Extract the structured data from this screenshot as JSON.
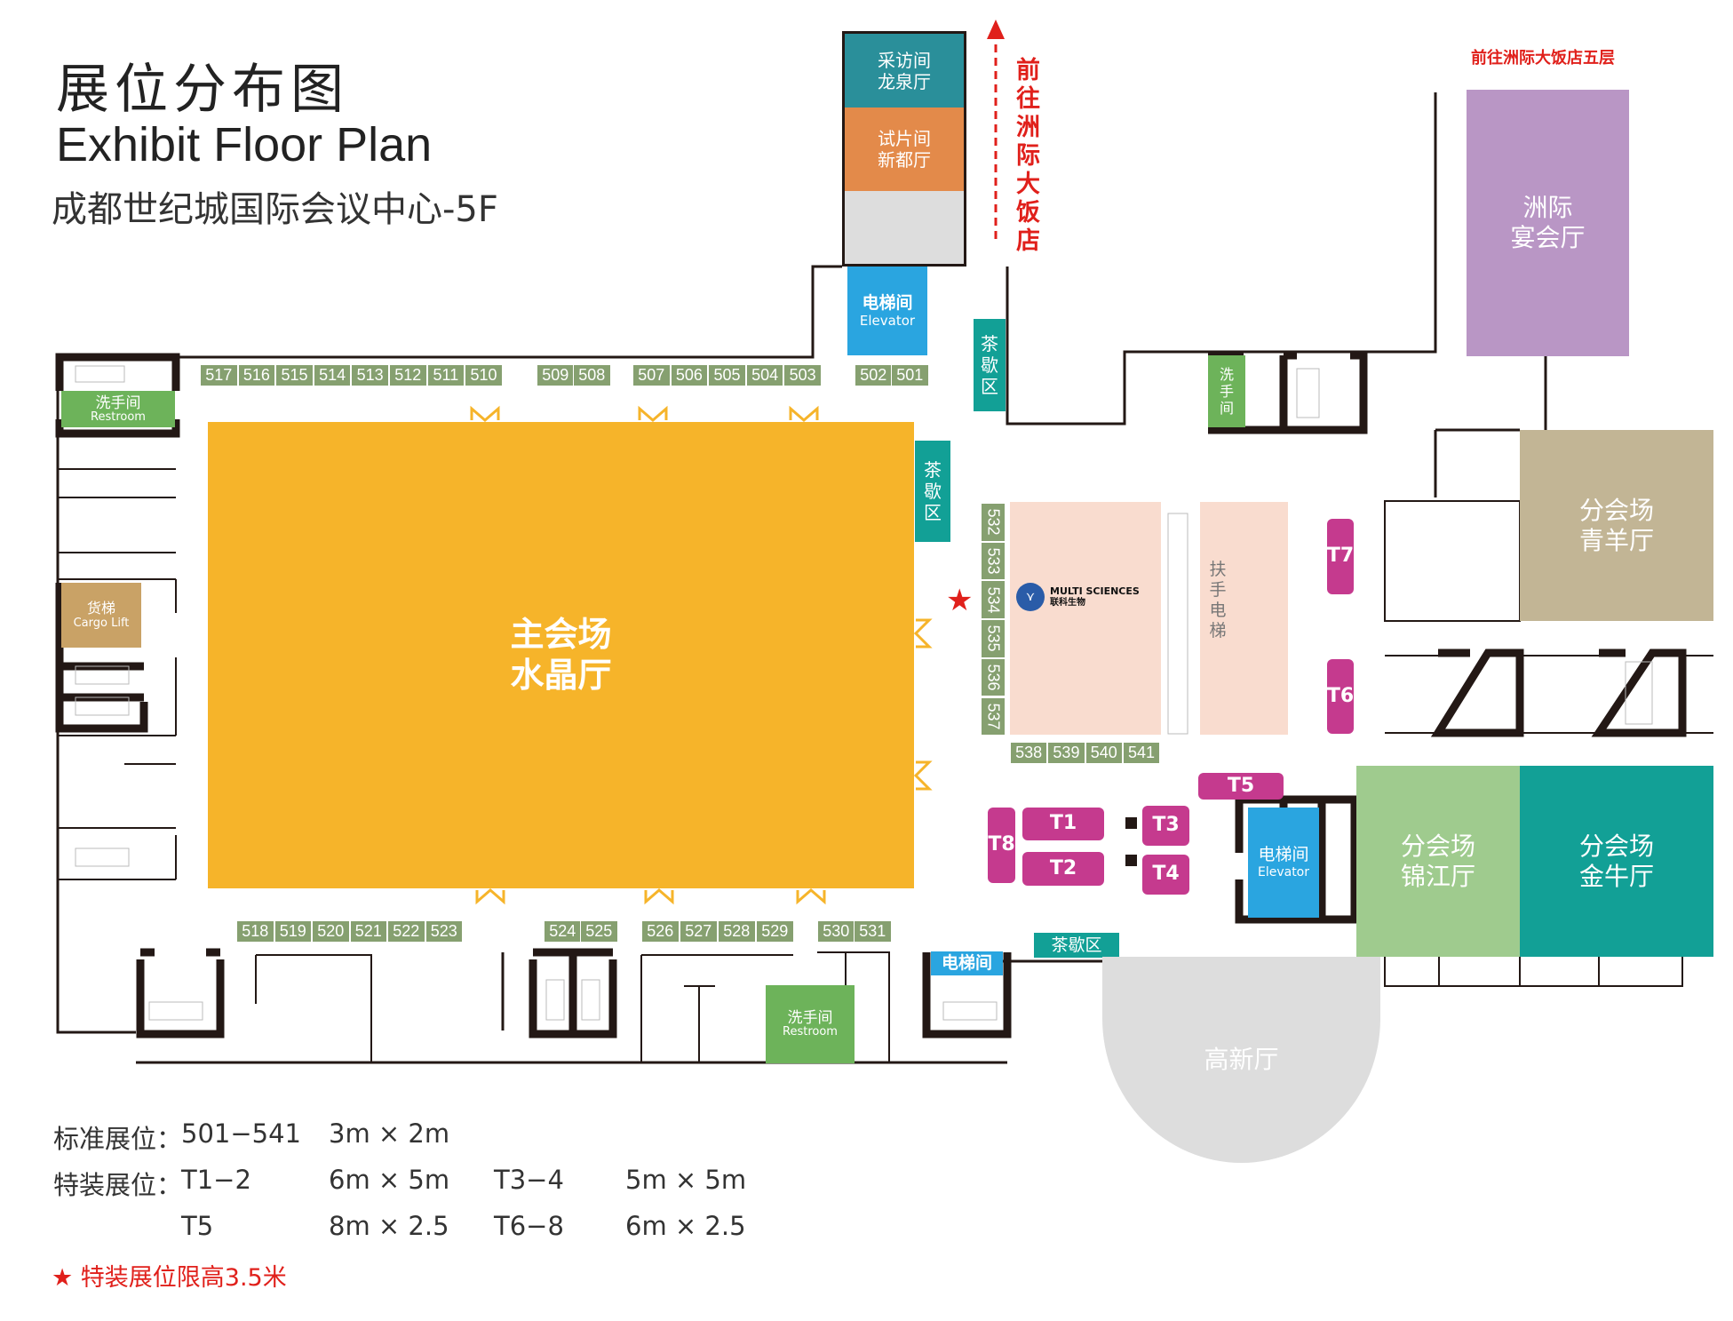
{
  "header": {
    "title_cn": "展位分布图",
    "title_en": "Exhibit Floor Plan",
    "venue": "成都世纪城国际会议中心-5F"
  },
  "directions": {
    "to_hotel_vertical": "前往洲际大饭店",
    "to_hotel_5f": "前往洲际大饭店五层"
  },
  "rooms": {
    "interview": {
      "line1": "采访间",
      "line2": "龙泉厅"
    },
    "preview": {
      "line1": "试片间",
      "line2": "新都厅"
    },
    "elevator_top": {
      "cn": "电梯间",
      "en": "Elevator"
    },
    "elevator_mid": {
      "cn": "电梯间",
      "en": "Elevator"
    },
    "elevator_bottom": {
      "cn": "电梯间"
    },
    "banquet": {
      "line1": "洲际",
      "line2": "宴会厅"
    },
    "main_hall": {
      "line1": "主会场",
      "line2": "水晶厅"
    },
    "qingyang": {
      "line1": "分会场",
      "line2": "青羊厅"
    },
    "jinjiang": {
      "line1": "分会场",
      "line2": "锦江厅"
    },
    "jinniu": {
      "line1": "分会场",
      "line2": "金牛厅"
    },
    "gaoxin": {
      "name": "高新厅"
    },
    "restroom_top": {
      "cn": "洗手间",
      "en": "Restroom"
    },
    "restroom_bottom": {
      "cn": "洗手间",
      "en": "Restroom"
    },
    "restroom_right": {
      "cn": "洗手间"
    },
    "cargo": {
      "cn": "货梯",
      "en": "Cargo Lift"
    },
    "tea_top": "茶歇区",
    "tea_mid": "茶歇区",
    "tea_bottom": "茶歇区",
    "escalator": "扶手电梯"
  },
  "exhibitor": {
    "name_en": "MULTI SCIENCES",
    "name_cn": "联科生物",
    "brand_color": "#2a5ca8"
  },
  "booths": {
    "top": [
      "517",
      "516",
      "515",
      "514",
      "513",
      "512",
      "511",
      "510",
      "509",
      "508",
      "507",
      "506",
      "505",
      "504",
      "503",
      "502",
      "501"
    ],
    "side": [
      "532",
      "533",
      "534",
      "535",
      "536",
      "537"
    ],
    "inner_bottom": [
      "538",
      "539",
      "540",
      "541"
    ],
    "bottom": [
      "518",
      "519",
      "520",
      "521",
      "522",
      "523",
      "524",
      "525",
      "526",
      "527",
      "528",
      "529",
      "530",
      "531"
    ]
  },
  "special": {
    "T1": "T1",
    "T2": "T2",
    "T3": "T3",
    "T4": "T4",
    "T5": "T5",
    "T6": "T6",
    "T7": "T7",
    "T8": "T8"
  },
  "legend": {
    "std_label": "标准展位：",
    "std_range": "501−541",
    "std_size": "3m × 2m",
    "spec_label": "特装展位：",
    "spec_r1": "T1−2",
    "spec_s1": "6m × 5m",
    "spec_r2": "T3−4",
    "spec_s2": "5m × 5m",
    "spec_r3": "T5",
    "spec_s3": "8m × 2.5",
    "spec_r4": "T6−8",
    "spec_s4": "6m × 2.5",
    "note": "★ 特装展位限高3.5米"
  },
  "colors": {
    "booth": "#86a070",
    "special": "#c53a8e",
    "main": "#f6b42a",
    "teal": "#12a096",
    "elevator": "#2aa5e0",
    "accent": "#e0201b"
  }
}
